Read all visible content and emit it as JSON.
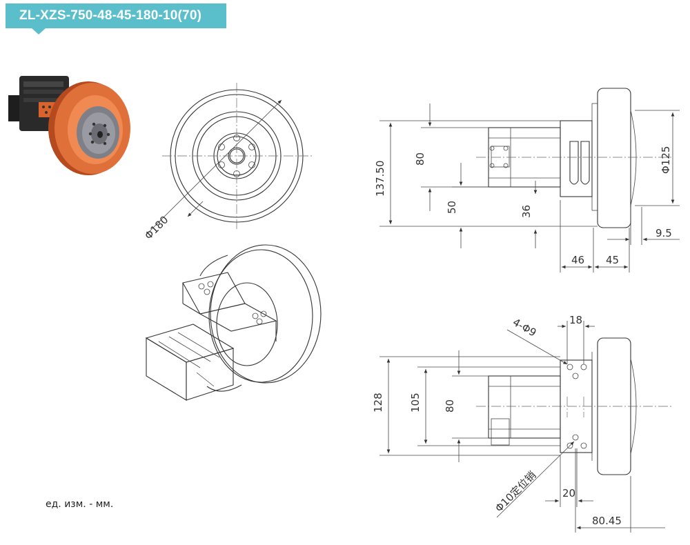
{
  "header": {
    "model": "ZL-XZS-750-48-45-180-10(70)"
  },
  "note": "ед. изм. - мм.",
  "dimensions": {
    "d180": "Φ180",
    "d137": "137.50",
    "d80_top": "80",
    "d50": "50",
    "d36": "36",
    "d125": "Φ125",
    "d9_5": "9.5",
    "d46": "46",
    "d45": "45",
    "hole": "4-Φ9",
    "d18": "18",
    "d128": "128",
    "d105": "105",
    "d80_bottom": "80",
    "pin": "Φ10定位销",
    "d20": "20",
    "d80_45": "80.45"
  },
  "colors": {
    "accent": "#5bbfcb",
    "wheel": "#d9632c",
    "motor": "#222222"
  },
  "icons": [
    "motor-wheel-photo",
    "front-view-drawing",
    "isometric-drawing",
    "side-view-drawing",
    "top-view-drawing"
  ]
}
